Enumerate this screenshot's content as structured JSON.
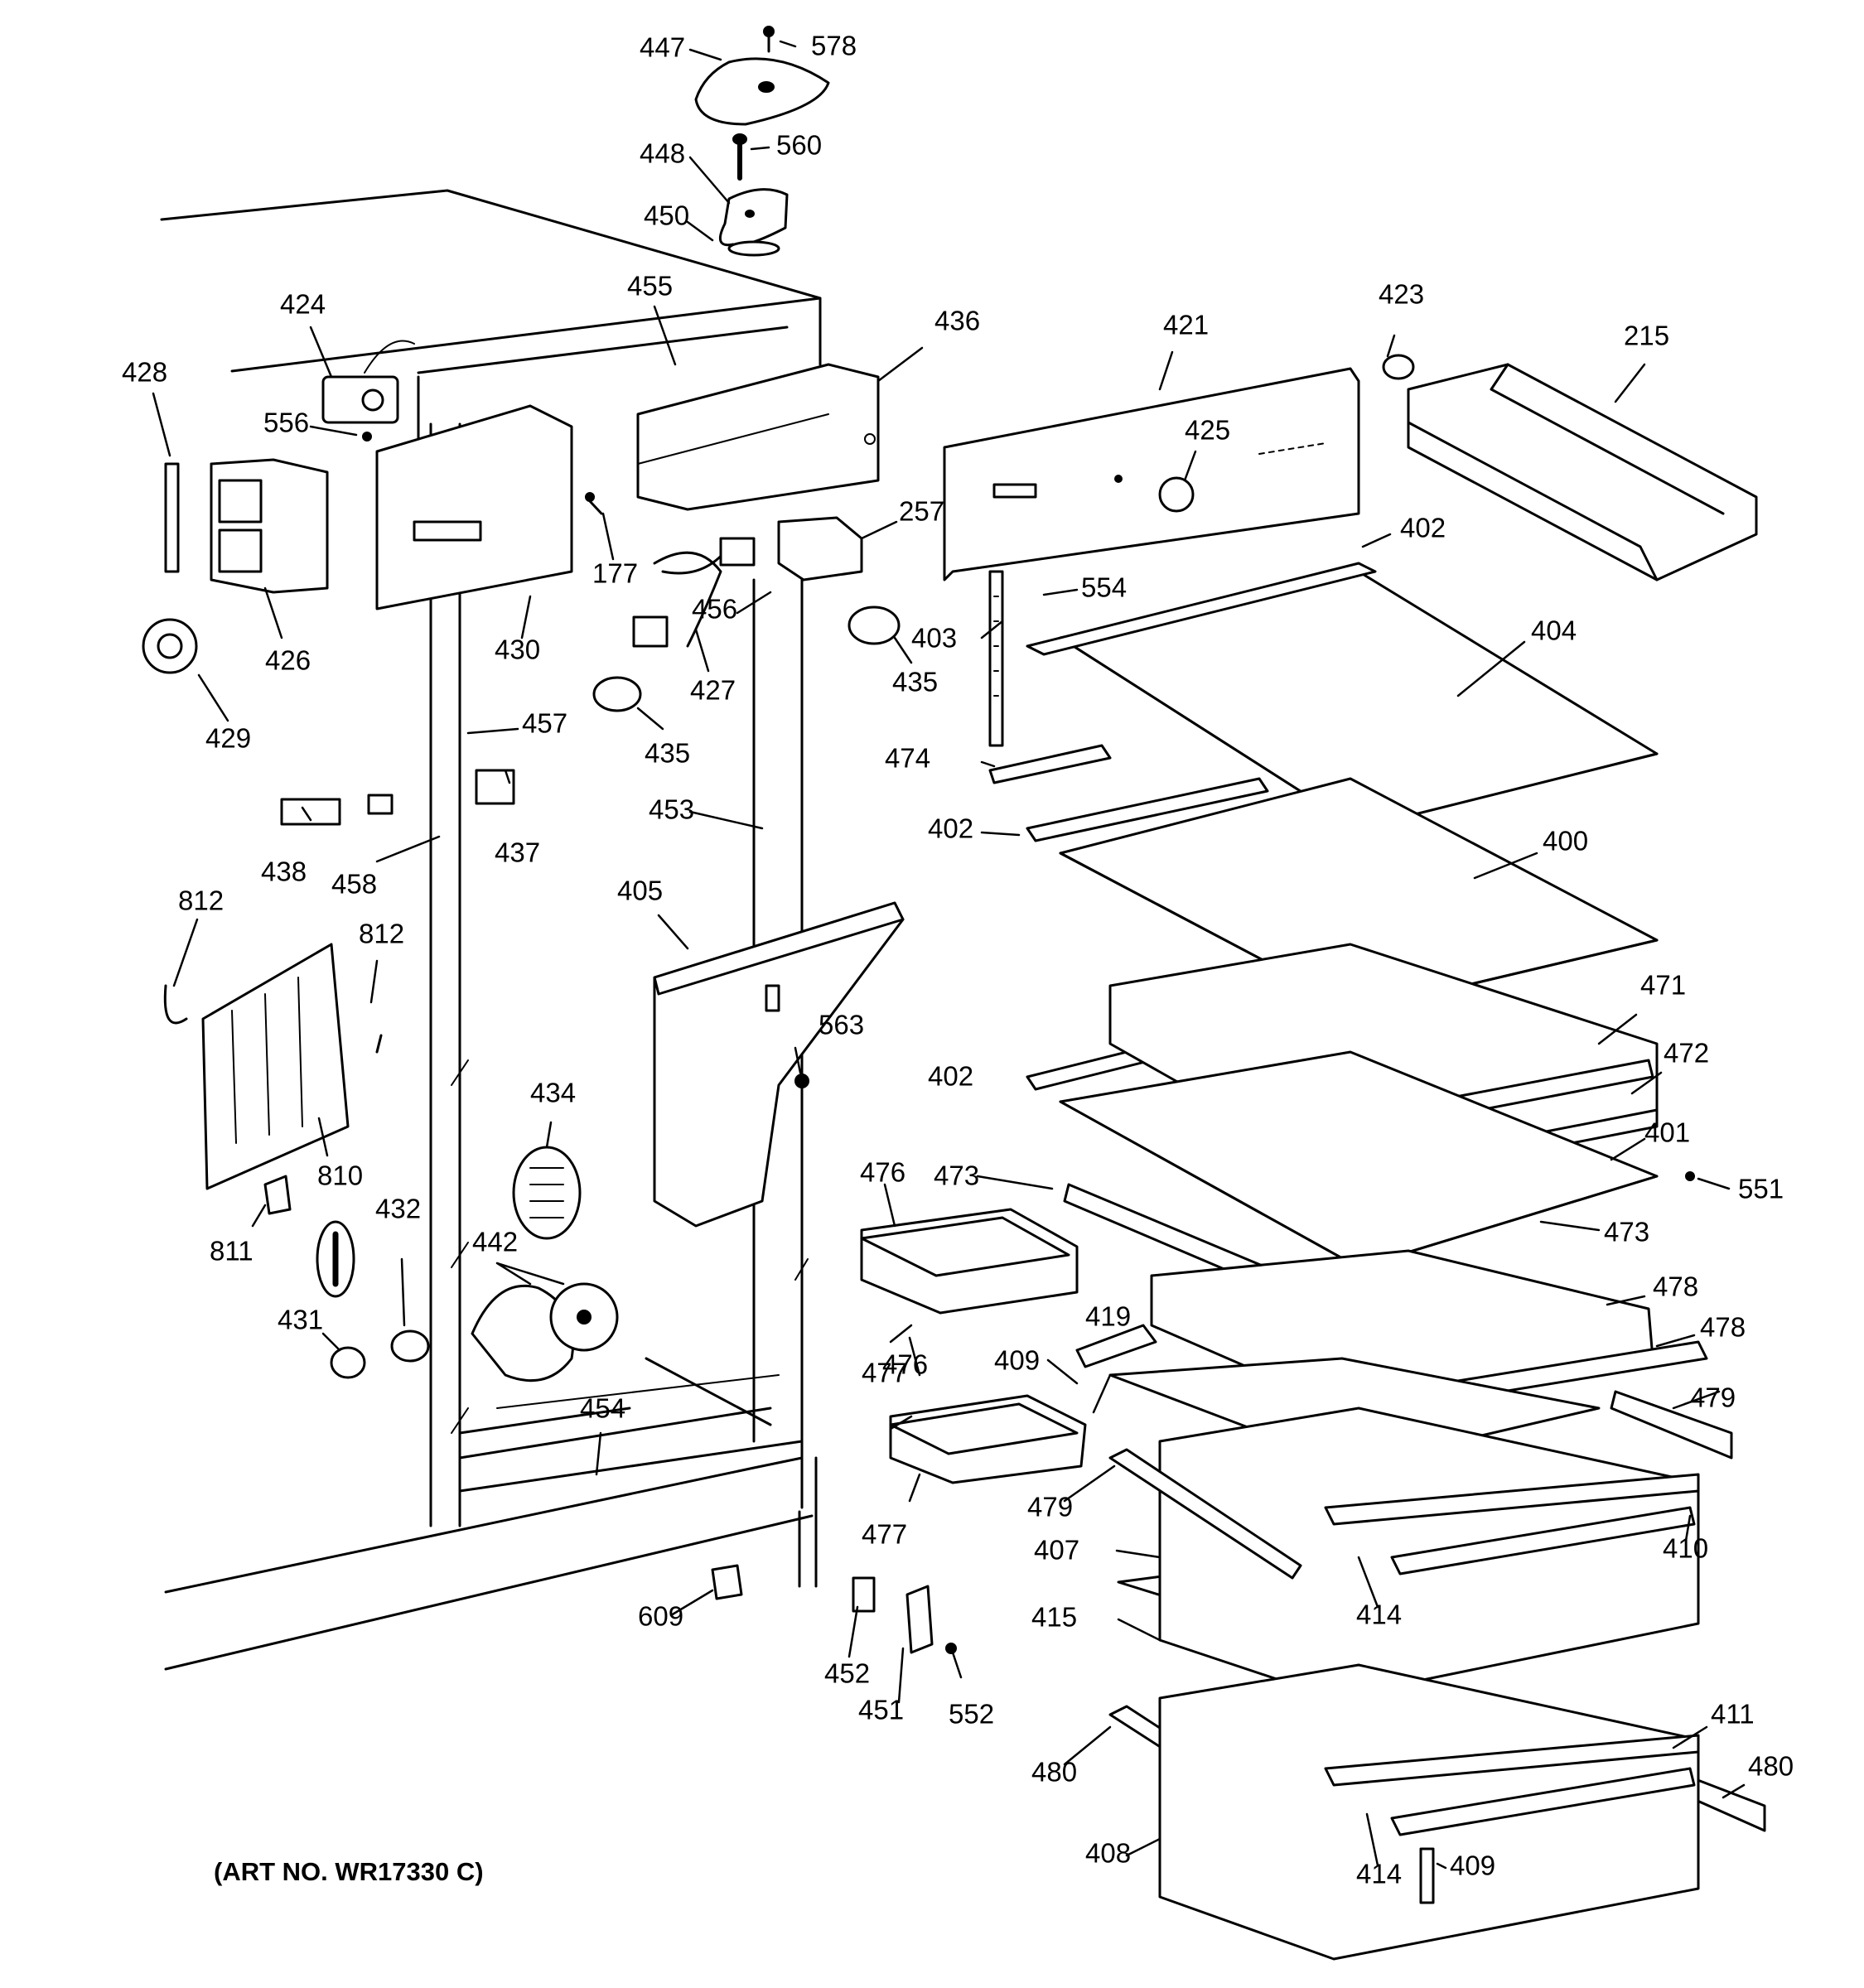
{
  "art_number": "(ART NO. WR17330 C)",
  "callouts": [
    "578",
    "447",
    "560",
    "448",
    "450",
    "455",
    "436",
    "424",
    "428",
    "556",
    "426",
    "430",
    "177",
    "257",
    "456",
    "427",
    "435",
    "429",
    "421",
    "423",
    "215",
    "425",
    "402",
    "554",
    "403",
    "404",
    "474",
    "400",
    "457",
    "437",
    "438",
    "458",
    "453",
    "405",
    "812",
    "810",
    "811",
    "563",
    "434",
    "432",
    "442",
    "431",
    "454",
    "609",
    "452",
    "451",
    "552",
    "471",
    "472",
    "401",
    "551",
    "473",
    "476",
    "477",
    "419",
    "409",
    "478",
    "479",
    "407",
    "410",
    "414",
    "415",
    "411",
    "480",
    "408"
  ]
}
